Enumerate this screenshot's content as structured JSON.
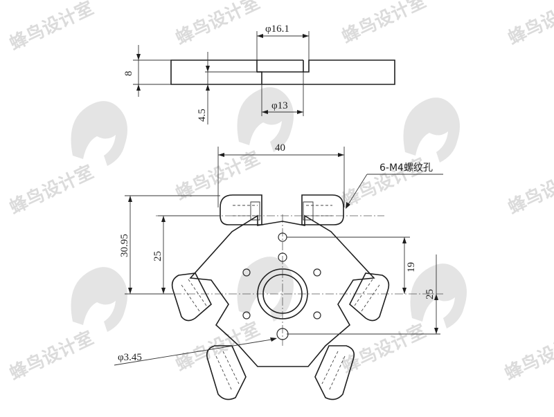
{
  "watermark": {
    "text": "蜂鸟设计室"
  },
  "top_view": {
    "dim_outer_diameter": "φ16.1",
    "dim_inner_diameter": "φ13",
    "dim_thickness": "8",
    "dim_step": "4.5"
  },
  "front_view": {
    "dim_width": "40",
    "dim_height_total": "30.95",
    "dim_height_inner": "25",
    "dim_right_upper": "19",
    "dim_right_lower": "25",
    "dim_hole_diameter": "φ3.45",
    "callout_thread": "6-M4螺纹孔"
  }
}
